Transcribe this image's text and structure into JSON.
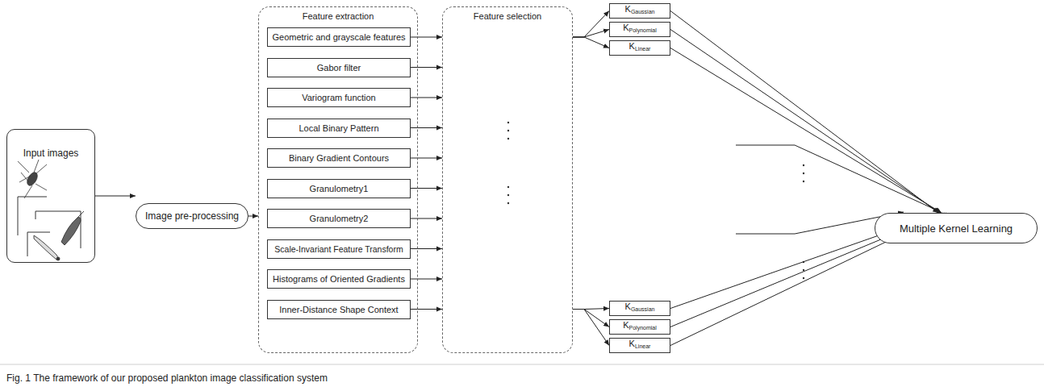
{
  "diagram": {
    "caption": "Fig. 1 The framework of our proposed plankton image classification system",
    "nodes": [
      {
        "text": [
          "Input images"
        ]
      },
      {
        "text": [
          "Image pre-processing"
        ]
      },
      {
        "text": [
          "Feature extraction"
        ]
      },
      {
        "text": [
          "Geometric and grayscale features"
        ],
        "in": 2
      },
      {
        "text": [
          "Gabor filter"
        ],
        "in": 2
      },
      {
        "text": [
          "Variogram function"
        ],
        "in": 2
      },
      {
        "text": [
          "Local Binary Pattern"
        ],
        "in": 2
      },
      {
        "text": [
          "Binary Gradient Contours"
        ],
        "in": 2
      },
      {
        "text": [
          "Granulometry1"
        ],
        "in": 2
      },
      {
        "text": [
          "Granulometry2"
        ],
        "in": 2
      },
      {
        "text": [
          "Scale-Invariant Feature Transform"
        ],
        "in": 2
      },
      {
        "text": [
          "Histograms of Oriented Gradients"
        ],
        "in": 2
      },
      {
        "text": [
          "Inner-Distance Shape Context"
        ],
        "in": 2
      },
      {
        "text": [
          "Feature selection"
        ]
      },
      {
        "text": [
          "K",
          "Gaussian"
        ]
      },
      {
        "text": [
          "K",
          "Polynomial"
        ]
      },
      {
        "text": [
          "K",
          "Linear"
        ]
      },
      {
        "text": [
          "K",
          "Gaussian"
        ]
      },
      {
        "text": [
          "K",
          "Polynomial"
        ]
      },
      {
        "text": [
          "K",
          "Linear"
        ]
      },
      {
        "text": [
          "Multiple Kernel Learning"
        ]
      }
    ],
    "edges": [
      {
        "from": 0,
        "to": 1,
        "arrow": "to"
      },
      {
        "from": 1,
        "to": 2,
        "arrow": "to"
      },
      {
        "from": 3,
        "to": 13,
        "arrow": "to"
      },
      {
        "from": 4,
        "to": 13,
        "arrow": "to"
      },
      {
        "from": 5,
        "to": 13,
        "arrow": "to"
      },
      {
        "from": 6,
        "to": 13,
        "arrow": "to"
      },
      {
        "from": 7,
        "to": 13,
        "arrow": "to"
      },
      {
        "from": 8,
        "to": 13,
        "arrow": "to"
      },
      {
        "from": 9,
        "to": 13,
        "arrow": "to"
      },
      {
        "from": 10,
        "to": 13,
        "arrow": "to"
      },
      {
        "from": 11,
        "to": 13,
        "arrow": "to"
      },
      {
        "from": 12,
        "to": 13,
        "arrow": "to"
      },
      {
        "from": 13,
        "to": 14,
        "arrow": "to"
      },
      {
        "from": 13,
        "to": 15,
        "arrow": "to"
      },
      {
        "from": 13,
        "to": 16,
        "arrow": "to"
      },
      {
        "from": 13,
        "to": 17,
        "arrow": "to"
      },
      {
        "from": 13,
        "to": 18,
        "arrow": "to"
      },
      {
        "from": 13,
        "to": 19,
        "arrow": "to"
      },
      {
        "from": 14,
        "to": 20,
        "arrow": "to"
      },
      {
        "from": 15,
        "to": 20,
        "arrow": "to"
      },
      {
        "from": 16,
        "to": 20,
        "arrow": "to"
      },
      {
        "from": 17,
        "to": 20,
        "arrow": "to"
      },
      {
        "from": 18,
        "to": 20,
        "arrow": "to"
      },
      {
        "from": 19,
        "to": 20,
        "arrow": "to"
      }
    ]
  }
}
